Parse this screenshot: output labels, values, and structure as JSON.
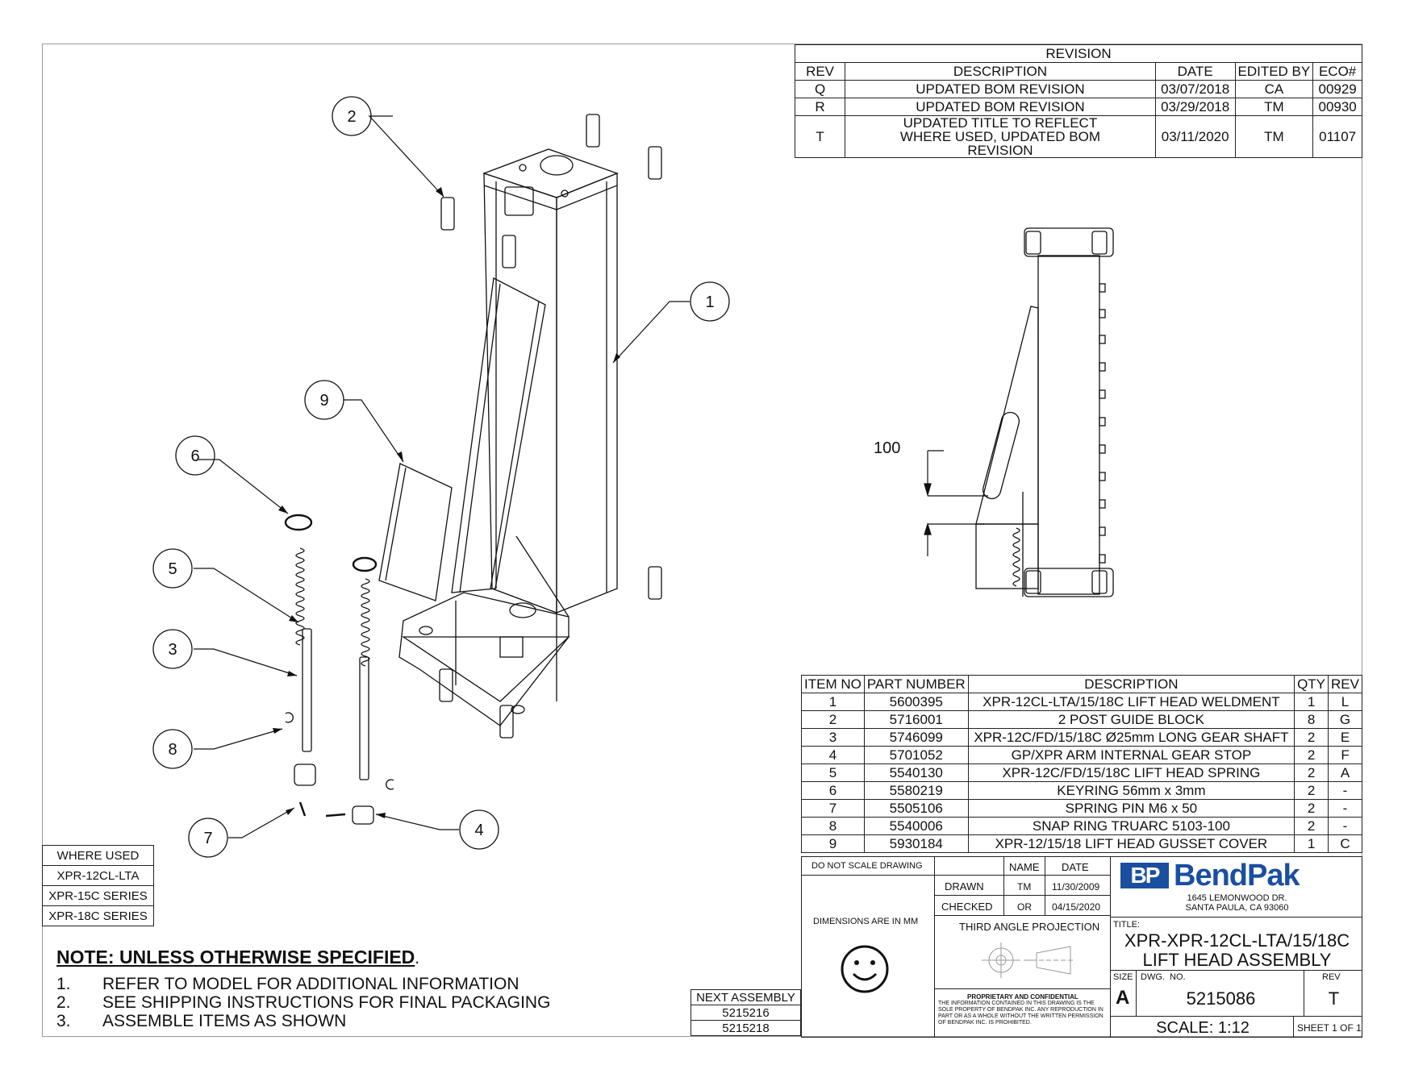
{
  "revision": {
    "title": "REVISION",
    "headers": [
      "REV",
      "DESCRIPTION",
      "DATE",
      "EDITED BY",
      "ECO#"
    ],
    "rows": [
      {
        "rev": "Q",
        "description": "UPDATED BOM REVISION",
        "date": "03/07/2018",
        "edited_by": "CA",
        "eco": "00929"
      },
      {
        "rev": "R",
        "description": "UPDATED BOM REVISION",
        "date": "03/29/2018",
        "edited_by": "TM",
        "eco": "00930"
      },
      {
        "rev": "T",
        "description": "UPDATED TITLE TO REFLECT WHERE USED, UPDATED BOM REVISION",
        "date": "03/11/2020",
        "edited_by": "TM",
        "eco": "01107"
      }
    ]
  },
  "bom": {
    "headers": [
      "ITEM NO",
      "PART NUMBER",
      "DESCRIPTION",
      "QTY",
      "REV"
    ],
    "rows": [
      {
        "item": "1",
        "part": "5600395",
        "description": "XPR-12CL-LTA/15/18C LIFT HEAD WELDMENT",
        "qty": "1",
        "rev": "L"
      },
      {
        "item": "2",
        "part": "5716001",
        "description": "2 POST GUIDE BLOCK",
        "qty": "8",
        "rev": "G"
      },
      {
        "item": "3",
        "part": "5746099",
        "description": "XPR-12C/FD/15/18C Ø25mm LONG GEAR SHAFT",
        "qty": "2",
        "rev": "E"
      },
      {
        "item": "4",
        "part": "5701052",
        "description": "GP/XPR ARM INTERNAL GEAR STOP",
        "qty": "2",
        "rev": "F"
      },
      {
        "item": "5",
        "part": "5540130",
        "description": "XPR-12C/FD/15/18C LIFT HEAD SPRING",
        "qty": "2",
        "rev": "A"
      },
      {
        "item": "6",
        "part": "5580219",
        "description": "KEYRING 56mm x 3mm",
        "qty": "2",
        "rev": "-"
      },
      {
        "item": "7",
        "part": "5505106",
        "description": "SPRING PIN M6 x 50",
        "qty": "2",
        "rev": "-"
      },
      {
        "item": "8",
        "part": "5540006",
        "description": "SNAP RING TRUARC 5103-100",
        "qty": "2",
        "rev": "-"
      },
      {
        "item": "9",
        "part": "5930184",
        "description": "XPR-12/15/18 LIFT HEAD GUSSET COVER",
        "qty": "1",
        "rev": "C"
      }
    ]
  },
  "where_used": {
    "title": "WHERE USED",
    "items": [
      "XPR-12CL-LTA",
      "XPR-15C SERIES",
      "XPR-18C SERIES"
    ]
  },
  "next_assembly": {
    "title": "NEXT ASSEMBLY",
    "items": [
      "5215216",
      "5215218"
    ]
  },
  "notes": {
    "heading": "NOTE: UNLESS OTHERWISE SPECIFIED",
    "heading_suffix": ".",
    "items": [
      {
        "num": "1.",
        "text": "REFER TO MODEL FOR ADDITIONAL INFORMATION"
      },
      {
        "num": "2.",
        "text": "SEE SHIPPING INSTRUCTIONS FOR FINAL PACKAGING"
      },
      {
        "num": "3.",
        "text": "ASSEMBLE ITEMS AS SHOWN"
      }
    ]
  },
  "dimension": "100",
  "balloons": [
    "1",
    "2",
    "3",
    "4",
    "5",
    "6",
    "7",
    "8",
    "9"
  ],
  "title_block": {
    "do_not_scale": "DO NOT SCALE DRAWING",
    "name_label": "NAME",
    "date_label": "DATE",
    "drawn_label": "DRAWN",
    "drawn_name": "TM",
    "drawn_date": "11/30/2009",
    "checked_label": "CHECKED",
    "checked_name": "OR",
    "checked_date": "04/15/2020",
    "dimensions_note": "DIMENSIONS ARE IN MM",
    "projection": "THIRD ANGLE PROJECTION",
    "proprietary_heading": "PROPRIETARY AND CONFIDENTIAL",
    "proprietary_text": "THE INFORMATION CONTAINED IN THIS DRAWING IS THE SOLE PROPERTY OF BENDPAK INC. ANY REPRODUCTION IN PART OR AS A WHOLE WITHOUT THE WRITTEN PERMISSION OF BENDPAK INC. IS PROHIBITED.",
    "logo_mark": "BP",
    "logo_text": "BendPak",
    "address_line1": "1645 LEMONWOOD DR.",
    "address_line2": "SANTA PAULA, CA 93060",
    "title_label": "TITLE:",
    "title_line1": "XPR-XPR-12CL-LTA/15/18C",
    "title_line2": "LIFT HEAD ASSEMBLY",
    "size_label": "SIZE",
    "size_value": "A",
    "dwg_label": "DWG.  NO.",
    "dwg_value": "5215086",
    "rev_label": "REV",
    "rev_value": "T",
    "scale": "SCALE: 1:12",
    "sheet": "SHEET 1 OF 1"
  }
}
